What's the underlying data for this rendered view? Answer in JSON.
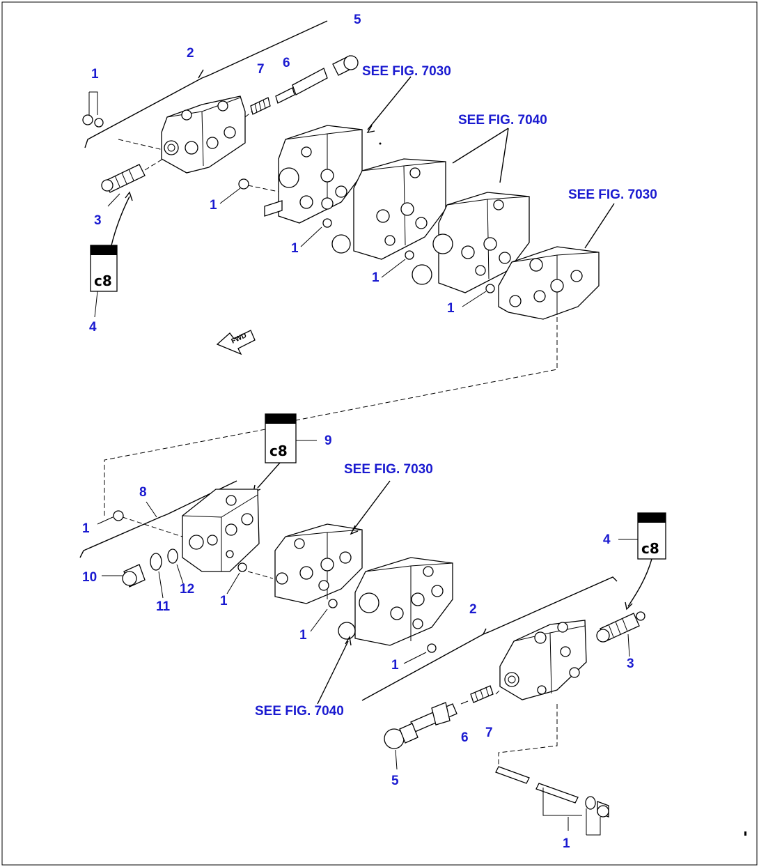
{
  "diagram": {
    "fig_refs": [
      "SEE FIG. 7030",
      "SEE FIG. 7040",
      "SEE FIG. 7030",
      "SEE FIG. 7030",
      "SEE FIG. 7040"
    ],
    "labels": {
      "n1": "1",
      "n2": "2",
      "n3": "3",
      "n4": "4",
      "n5": "5",
      "n6": "6",
      "n7": "7",
      "n8": "8",
      "n9": "9",
      "n10": "10",
      "n11": "11",
      "n12": "12"
    },
    "tag_text": "c8",
    "fwd_text": "FWD"
  }
}
